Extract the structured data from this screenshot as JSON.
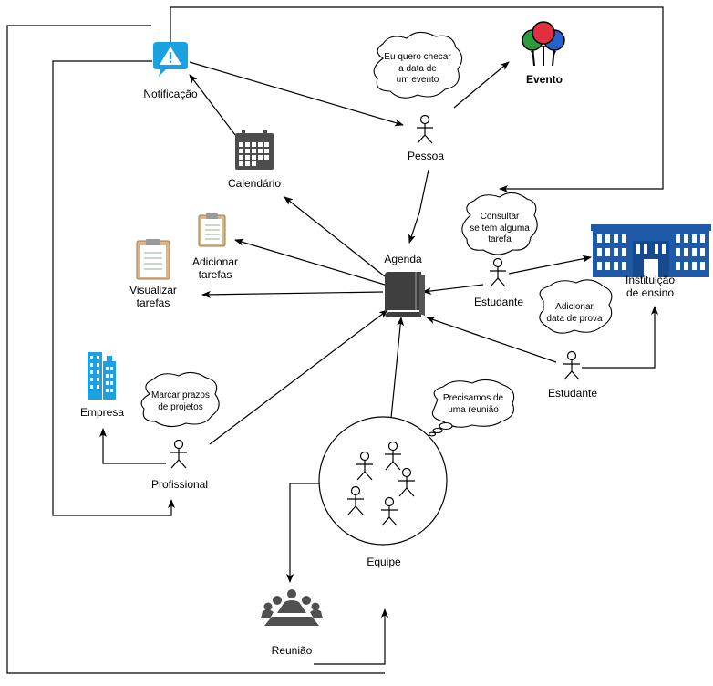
{
  "nodes": {
    "notificacao": "Notificação",
    "calendario": "Calendário",
    "evento": "Evento",
    "pessoa": "Pessoa",
    "agenda": "Agenda",
    "adicionar_tarefas": [
      "Adicionar",
      "tarefas"
    ],
    "visualizar_tarefas": [
      "Visualizar",
      "tarefas"
    ],
    "estudante_1": "Estudante",
    "estudante_2": "Estudante",
    "instituicao": [
      "Instituição",
      "de ensino"
    ],
    "empresa": "Empresa",
    "profissional": "Profissional",
    "equipe": "Equipe",
    "reuniao": "Reunião"
  },
  "clouds": {
    "evento_cloud": [
      "Eu quero checar",
      "a data de",
      "um evento"
    ],
    "consultar_cloud": [
      "Consultar",
      "se tem alguma",
      "tarefa"
    ],
    "prova_cloud": [
      "Adicionar",
      "data de prova"
    ],
    "prazos_cloud": [
      "Marcar prazos",
      "de projetos"
    ],
    "reuniao_cloud": [
      "Precisamos de",
      "uma reunião"
    ]
  },
  "icons": {
    "notificacao": "warning-bubble-icon",
    "calendario": "calendar-icon",
    "evento": "balloons-icon",
    "agenda": "book-icon",
    "tarefas": "clipboard-icon",
    "instituicao": "building-icon",
    "empresa": "skyscraper-icon",
    "reuniao": "meeting-icon",
    "pessoa": "stick-figure-icon"
  },
  "colors": {
    "line": "#000000",
    "notification_blue": "#1ba1e2",
    "calendar_gray": "#4d4d4d",
    "book_gray": "#3f3f3f",
    "building_blue": "#1e5aa8",
    "empresa_blue": "#1ba1e2",
    "clipboard_tan": "#d8b88a",
    "balloon_red": "#e0303f",
    "balloon_green": "#2e9b3e",
    "balloon_blue": "#2a62c9",
    "meeting_gray": "#505050"
  }
}
